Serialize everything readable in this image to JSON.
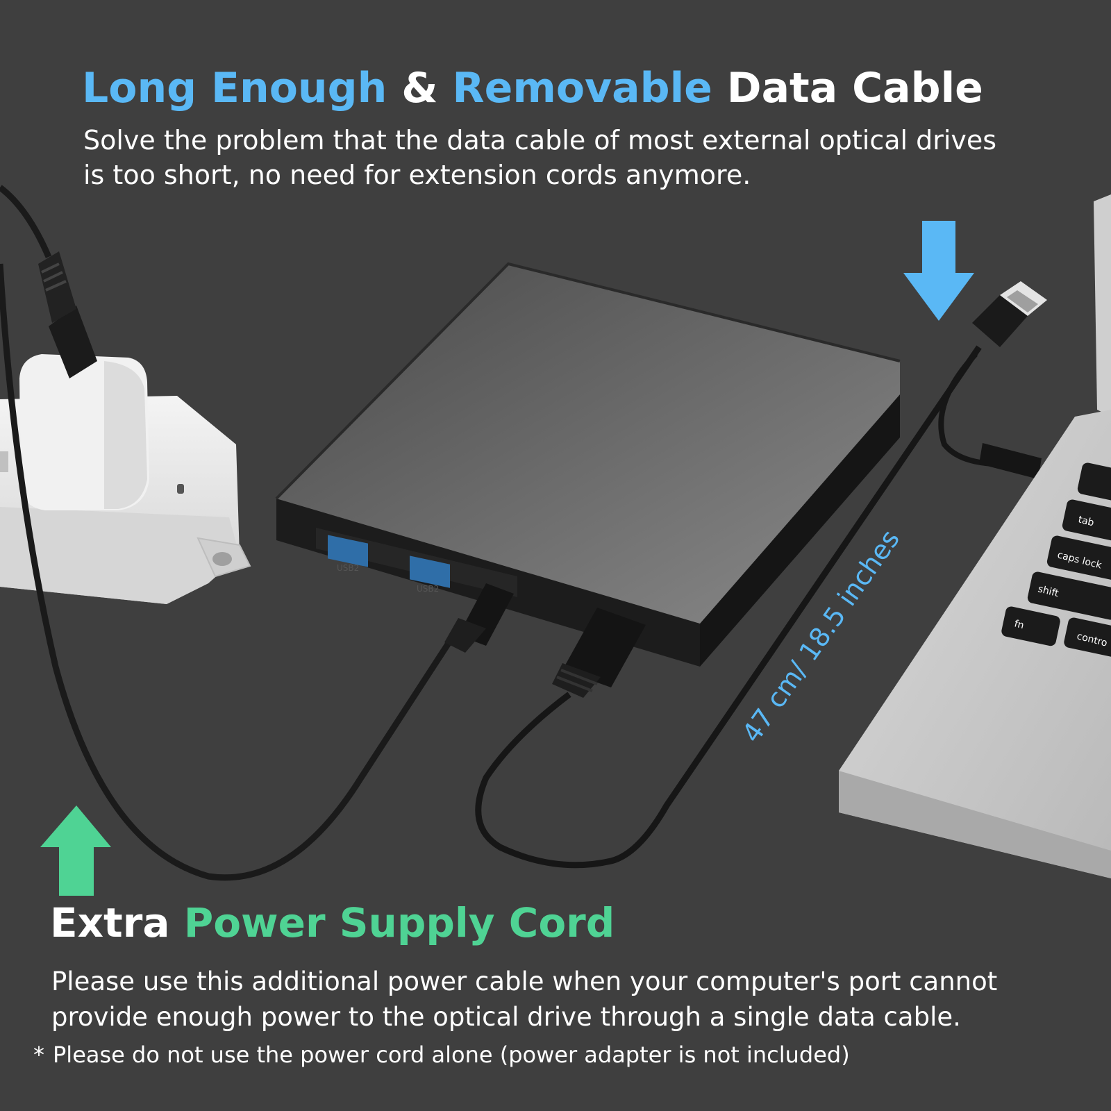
{
  "colors": {
    "background": "#3f3f3f",
    "accent_blue": "#5ab8f5",
    "accent_green": "#4fd394",
    "text_white": "#ffffff"
  },
  "top": {
    "title_part1": "Long Enough",
    "title_amp": "&",
    "title_part2": "Removable",
    "title_part3": "Data Cable",
    "subtitle_line1": "Solve the problem that the data cable of most external optical drives",
    "subtitle_line2": "is too short, no need for extension cords anymore."
  },
  "measurement": {
    "label": "47 cm/ 18.5 inches"
  },
  "drive": {
    "port1_label": "USB2",
    "port2_label": "USB2"
  },
  "keyboard": {
    "keys": [
      "tab",
      "caps lock",
      "shift",
      "fn",
      "contro"
    ]
  },
  "bottom": {
    "title_part1": "Extra",
    "title_part2": "Power Supply Cord",
    "desc_line1": "Please use this additional power cable when your computer's port cannot",
    "desc_line2": "provide enough power to the optical drive through a single data cable.",
    "note_marker": "*",
    "note_text": "Please do not use the power cord alone (power adapter is not included)"
  },
  "icons": {
    "arrow_top": "arrow-down-icon",
    "arrow_bottom": "arrow-up-icon"
  }
}
